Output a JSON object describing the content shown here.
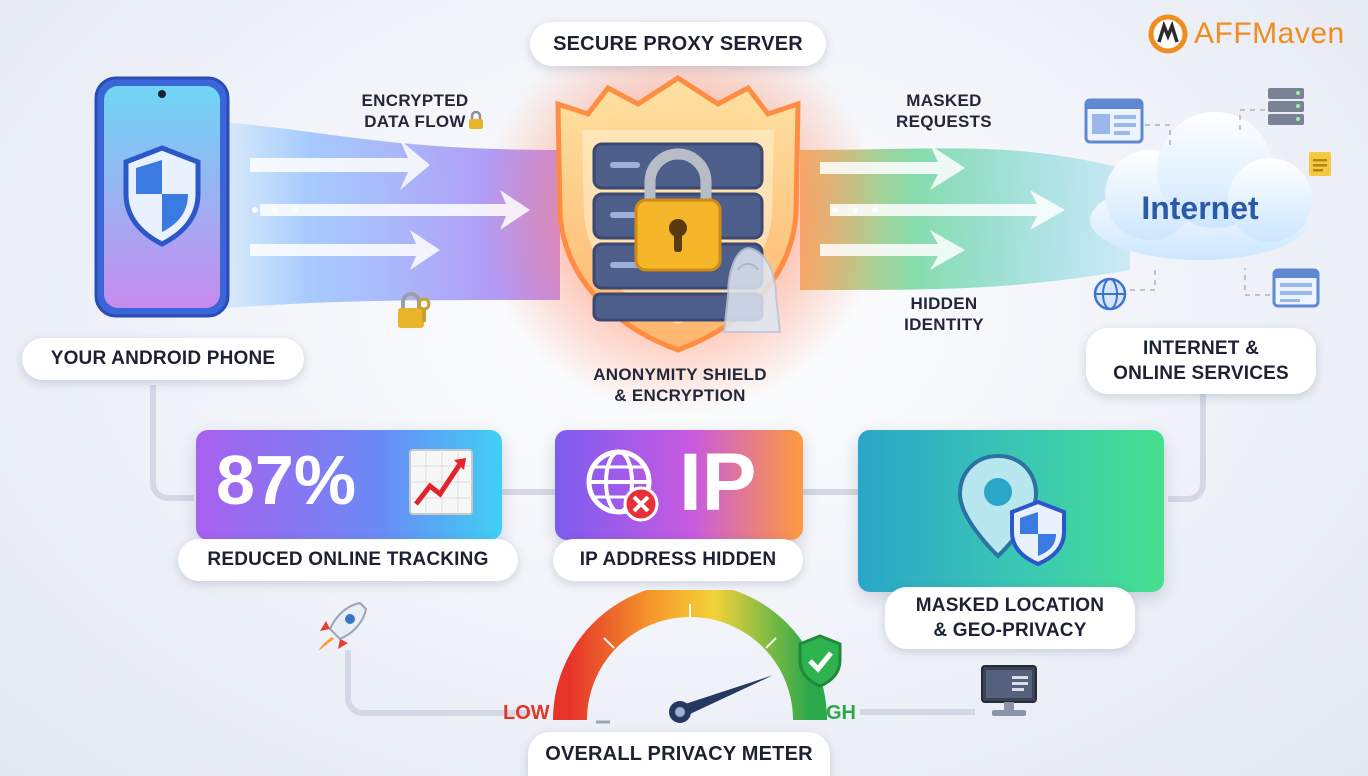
{
  "brand": {
    "name": "AFFMaven",
    "accent": "#f28c1c"
  },
  "diagram": {
    "title_server": "SECURE PROXY SERVER",
    "phone_label": "YOUR ANDROID PHONE",
    "flow_left_label": "ENCRYPTED\nDATA FLOW",
    "flow_right_top_label": "MASKED\nREQUESTS",
    "flow_right_bottom_label": "HIDDEN\nIDENTITY",
    "shield_label": "ANONYMITY SHIELD\n& ENCRYPTION",
    "cloud_text": "Internet",
    "services_label": "INTERNET &\nONLINE SERVICES"
  },
  "cards": {
    "tracking": {
      "value": "87%",
      "label": "REDUCED ONLINE TRACKING"
    },
    "ip": {
      "big_text": "IP",
      "label": "IP ADDRESS HIDDEN"
    },
    "location": {
      "label": "MASKED LOCATION\n& GEO-PRIVACY"
    }
  },
  "meter": {
    "title": "OVERALL PRIVACY METER",
    "low_label": "LOW",
    "high_label": "HIGH",
    "level_fraction": 0.88,
    "colors": {
      "low": "#e6342a",
      "high": "#2aa84a"
    }
  },
  "icons": {
    "phone_shield": "shield-icon",
    "server_lock": "padlock-icon",
    "small_lock": "lock-key-icon",
    "trend": "trend-up-icon",
    "globe_blocked": "globe-blocked-icon",
    "location_pin": "location-pin-icon",
    "rocket": "rocket-icon",
    "check_shield": "check-shield-icon",
    "computer": "computer-icon"
  }
}
